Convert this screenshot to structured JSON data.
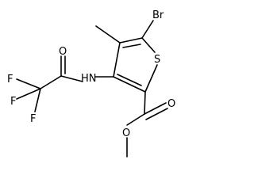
{
  "molecule": {
    "atom_labels": {
      "bromine": "Br",
      "sulfur": "S",
      "carbonyl_oxygen_amide": "O",
      "amide_nitrogen": "HN",
      "fluorine_1": "F",
      "fluorine_2": "F",
      "fluorine_3": "F",
      "carbonyl_oxygen_ester": "O",
      "ester_oxygen": "O"
    },
    "colors": {
      "bond": "#000000",
      "label": "#000000",
      "background": "#ffffff"
    }
  }
}
